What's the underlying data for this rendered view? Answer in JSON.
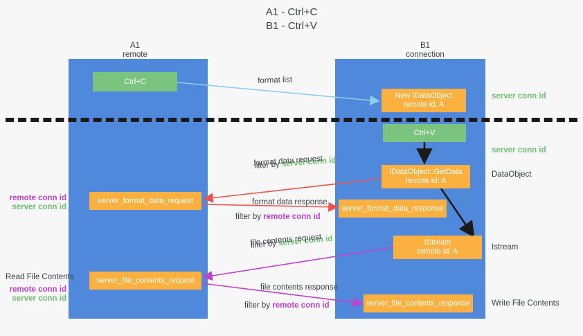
{
  "title": "A1 - Ctrl+C\nB1 - Ctrl+V",
  "columns": [
    {
      "name": "A1",
      "sub": "remote",
      "header": "A1\nremote"
    },
    {
      "name": "B1",
      "sub": "connection",
      "header": "B1\nconnection"
    }
  ],
  "colors": {
    "lane": "#5089db",
    "green_box": "#7bc47f",
    "orange_box": "#fbb040",
    "server_conn_id": "#6fbf73",
    "remote_conn_id": "#c23fd0",
    "arrow_blue": "#8ecdf0",
    "arrow_red": "#e8554d",
    "arrow_magenta": "#c23fd0",
    "arrow_black": "#1a1a1a",
    "background": "#f7f7f7",
    "text": "#3c4043"
  },
  "nodes": {
    "ctrl_c": {
      "label": "Ctrl+C",
      "kind": "green"
    },
    "new_idataobject": {
      "line1": "New IDataObject",
      "line2": "remote id: A",
      "kind": "orange"
    },
    "ctrl_v": {
      "label": "Ctrl+V",
      "kind": "green"
    },
    "getdata": {
      "line1": "IDataObject::GetData",
      "line2": "remote id: A",
      "kind": "orange"
    },
    "istream": {
      "line1": "IStream",
      "line2": "remote id: A",
      "kind": "orange"
    },
    "server_format_data_request": {
      "label": "server_format_data_request",
      "kind": "orange"
    },
    "server_format_data_response": {
      "label": "server_format_data_response",
      "kind": "orange"
    },
    "server_file_contents_request": {
      "label": "server_file_contents_request",
      "kind": "orange"
    },
    "server_file_contents_response": {
      "label": "server_file_contents_response",
      "kind": "orange"
    }
  },
  "edge_labels": {
    "format_list": "format list",
    "format_data_request": "format data request",
    "format_data_response": "format data response",
    "file_contents_request": "file contents request",
    "file_contents_response": "file contents response",
    "filter_by": "filter by ",
    "server_conn_id": "server conn id",
    "remote_conn_id": "remote conn id"
  },
  "right_labels": {
    "server_conn_id_top": "server conn id",
    "server_conn_id_mid": "server conn id",
    "dataobject": "DataObject",
    "istream": "Istream",
    "write_file_contents": "Write File Contents"
  },
  "left_labels": {
    "remote_conn_id_a": "remote conn id",
    "server_conn_id_a": "server conn id",
    "read_file_contents": "Read File Contents",
    "remote_conn_id_b": "remote conn id",
    "server_conn_id_b": "server conn id"
  }
}
